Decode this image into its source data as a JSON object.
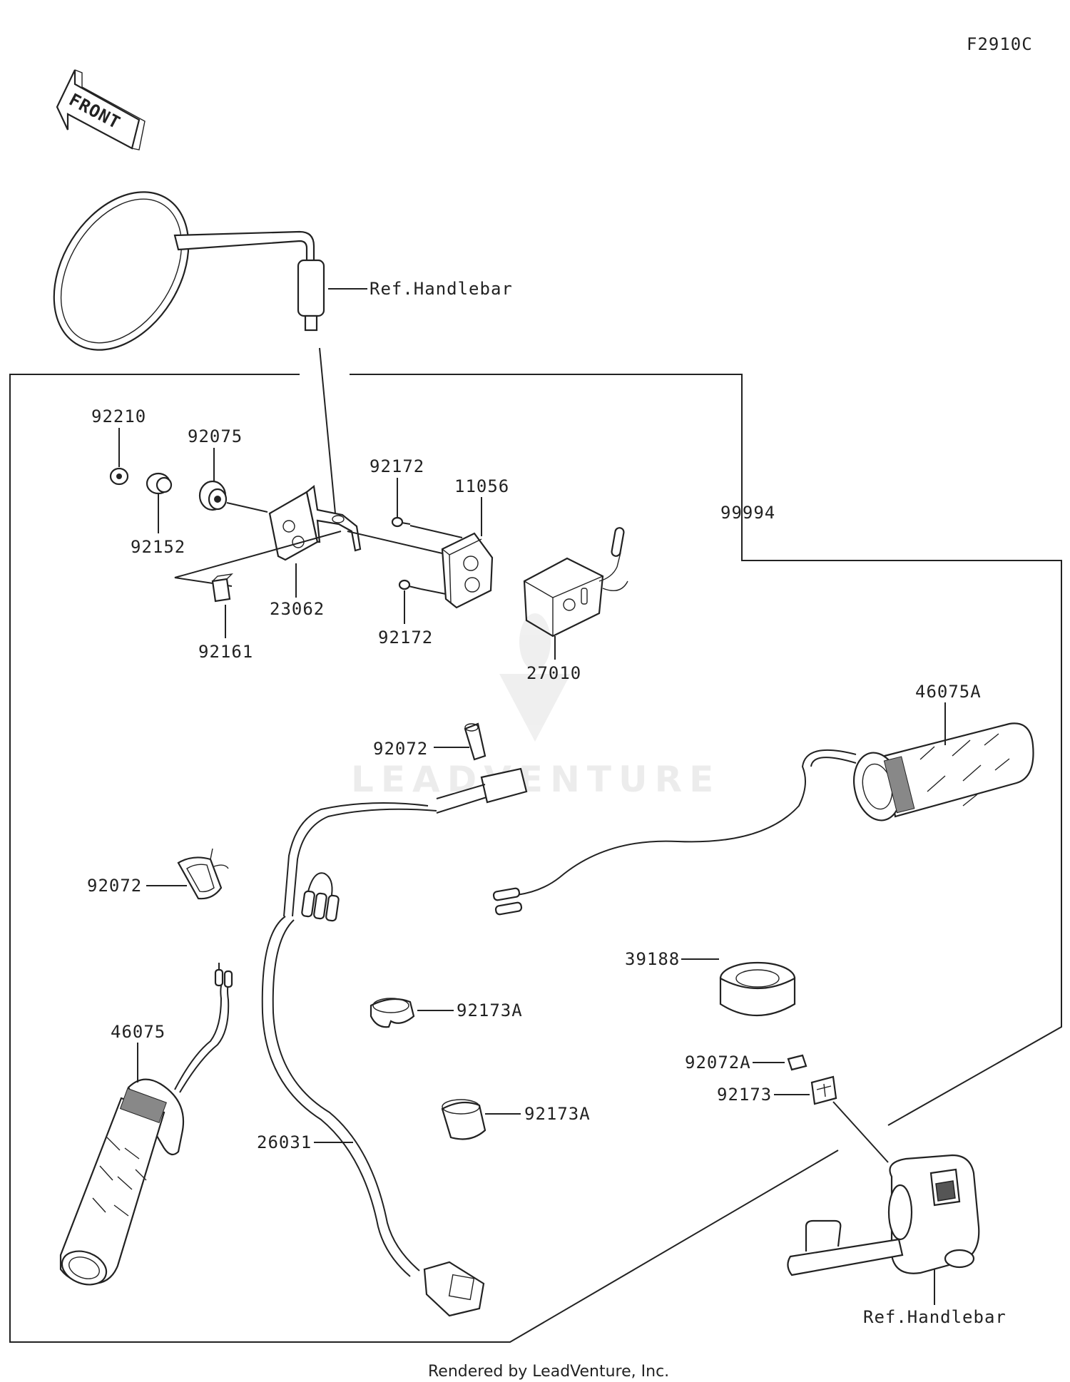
{
  "diagram_code": "F2910C",
  "front_label": "FRONT",
  "watermark": "LEADVENTURE",
  "footer": "Rendered by LeadVenture, Inc.",
  "refs": {
    "handlebar_top": "Ref.Handlebar",
    "handlebar_bottom": "Ref.Handlebar"
  },
  "parts": {
    "p92210": "92210",
    "p92075": "92075",
    "p92152": "92152",
    "p23062": "23062",
    "p92161": "92161",
    "p92172_top": "92172",
    "p92172_bottom": "92172",
    "p11056": "11056",
    "p27010": "27010",
    "p99994": "99994",
    "p46075A": "46075A",
    "p92072_top": "92072",
    "p92072_left": "92072",
    "p39188": "39188",
    "p92173A_1": "92173A",
    "p92173A_2": "92173A",
    "p92072A": "92072A",
    "p92173": "92173",
    "p46075": "46075",
    "p26031": "26031"
  }
}
